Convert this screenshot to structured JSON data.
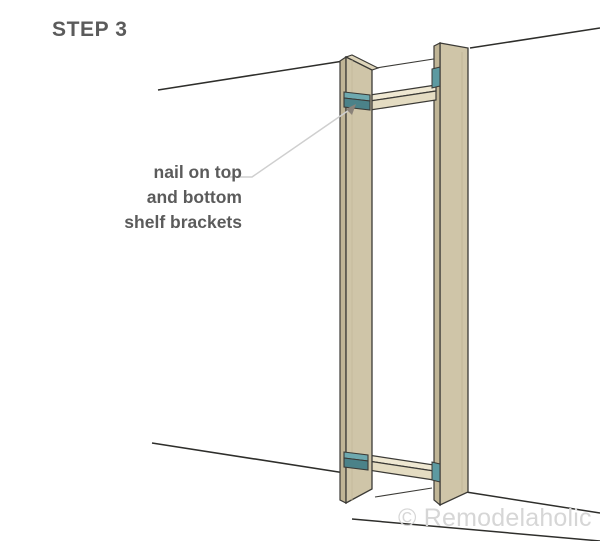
{
  "illustration": {
    "title": "STEP 3",
    "callout": {
      "lines": [
        "nail on top",
        "and bottom",
        "shelf brackets"
      ]
    },
    "watermark": "© Remodelaholic",
    "colors": {
      "title_text": "#5b5b5b",
      "callout_text": "#5b5b5b",
      "watermark_text": "#d6d6d6",
      "board_face": "#cfc5a8",
      "board_edge": "#c3b89a",
      "board_edge_dark": "#b5a988",
      "shelf_face": "#efe8d2",
      "shelf_edge": "#ddd4b8",
      "bracket_teal": "#5d9aa1",
      "bracket_teal_dark": "#4b8289",
      "outline": "#3b3a36",
      "wall_line": "#2e2e2b",
      "leader_line": "#cfcfcf",
      "arrow_head": "#8a8279",
      "background": "#ffffff"
    },
    "parts": [
      {
        "name": "left-vertical-board",
        "label": "left side board"
      },
      {
        "name": "right-vertical-board",
        "label": "right side board"
      },
      {
        "name": "top-shelf-board",
        "label": "top shelf board"
      },
      {
        "name": "bottom-shelf-board",
        "label": "bottom shelf board"
      },
      {
        "name": "top-left-bracket",
        "label": "top left shelf bracket"
      },
      {
        "name": "top-right-bracket",
        "label": "top right shelf bracket"
      },
      {
        "name": "bottom-left-bracket",
        "label": "bottom left shelf bracket"
      },
      {
        "name": "bottom-right-bracket",
        "label": "bottom right shelf bracket"
      }
    ]
  }
}
